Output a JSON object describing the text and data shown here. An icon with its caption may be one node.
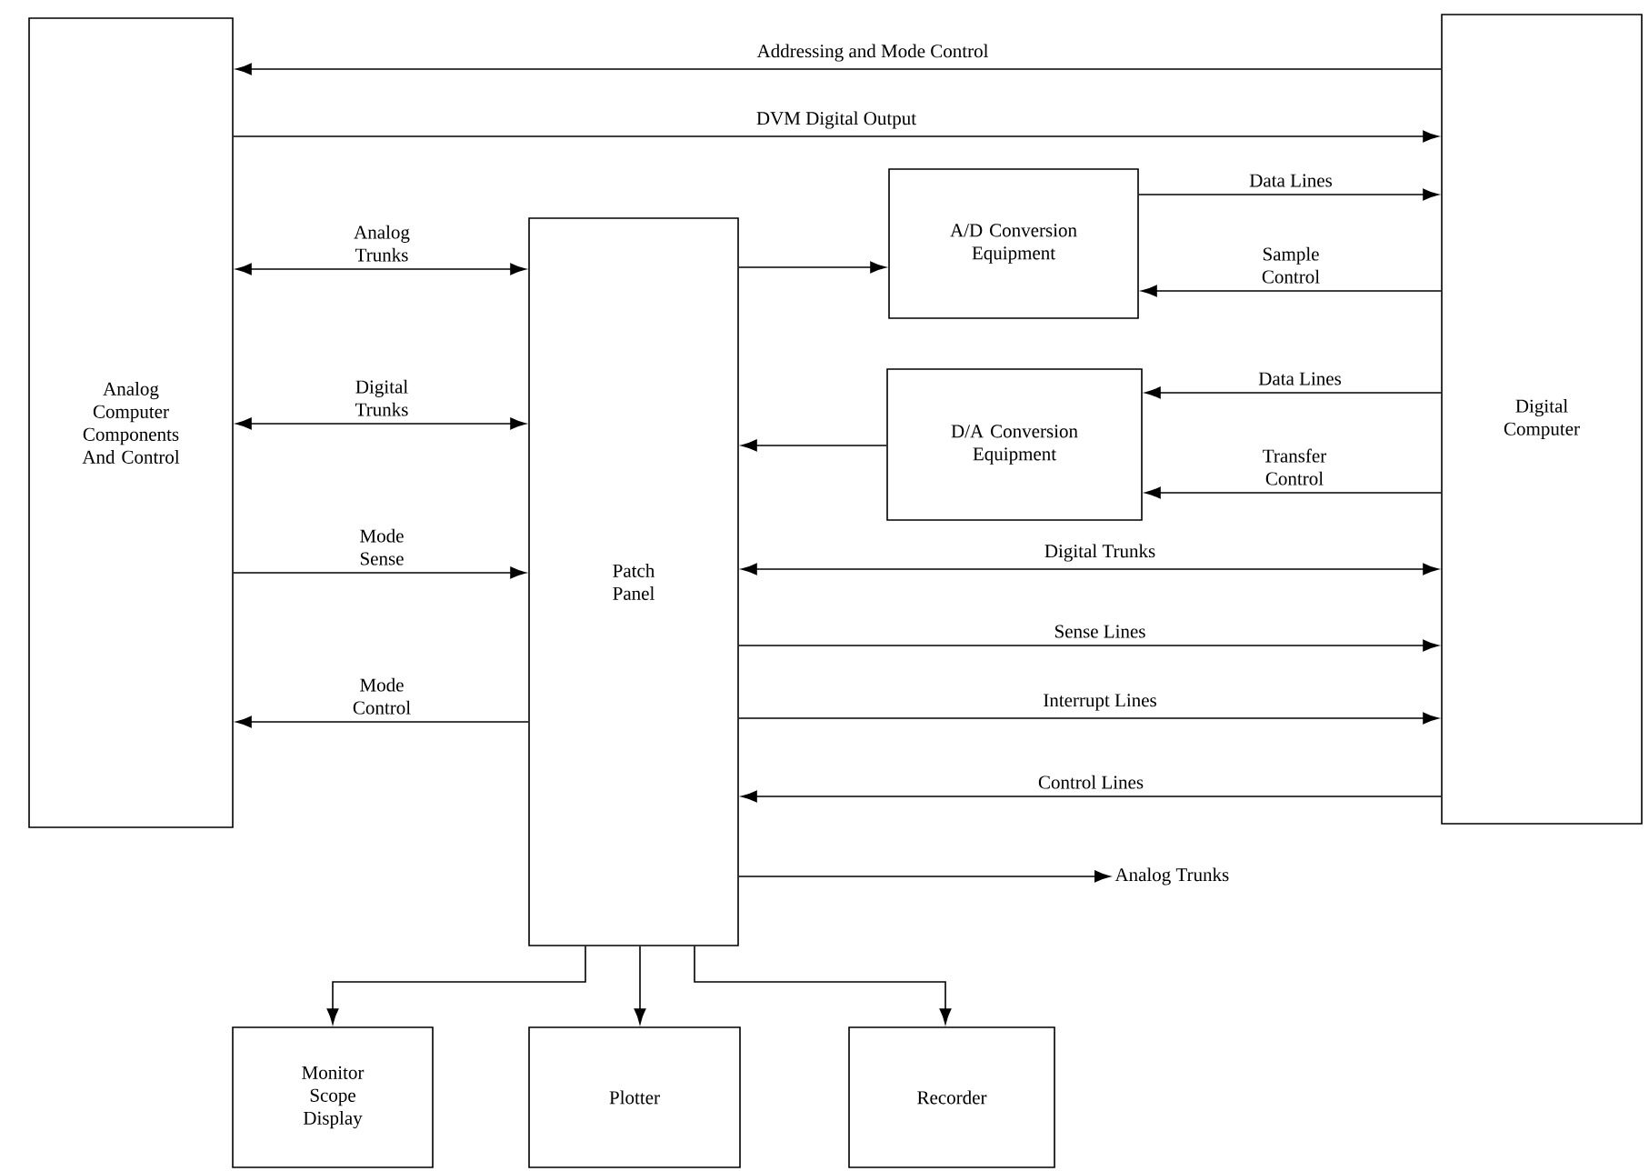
{
  "diagram": {
    "nodes": [
      {
        "text": [
          "Analog Computer Components And Control"
        ]
      },
      {
        "text": [
          "Patch Panel"
        ]
      },
      {
        "text": [
          "A/D Conversion Equipment"
        ]
      },
      {
        "text": [
          "D/A Conversion Equipment"
        ]
      },
      {
        "text": [
          "Digital Computer"
        ]
      },
      {
        "text": [
          "Monitor Scope Display"
        ]
      },
      {
        "text": [
          "Plotter"
        ]
      },
      {
        "text": [
          "Recorder"
        ]
      },
      {
        "text": [
          "Analog Trunks"
        ]
      }
    ],
    "edges": [
      {
        "from": 4,
        "to": 0,
        "arrow": "to",
        "label": "Addressing and Mode Control"
      },
      {
        "from": 0,
        "to": 4,
        "arrow": "to",
        "label": "DVM Digital Output"
      },
      {
        "from": 0,
        "to": 1,
        "arrow": "both",
        "label": "Analog Trunks"
      },
      {
        "from": 0,
        "to": 1,
        "arrow": "both",
        "label": "Digital Trunks"
      },
      {
        "from": 0,
        "to": 1,
        "arrow": "to",
        "label": "Mode Sense"
      },
      {
        "from": 1,
        "to": 0,
        "arrow": "to",
        "label": "Mode Control"
      },
      {
        "from": 1,
        "to": 2,
        "arrow": "to"
      },
      {
        "from": 2,
        "to": 4,
        "arrow": "to",
        "label": "Data Lines"
      },
      {
        "from": 4,
        "to": 2,
        "arrow": "to",
        "label": "Sample Control"
      },
      {
        "from": 4,
        "to": 3,
        "arrow": "to",
        "label": "Data Lines"
      },
      {
        "from": 4,
        "to": 3,
        "arrow": "to",
        "label": "Transfer Control"
      },
      {
        "from": 3,
        "to": 1,
        "arrow": "to"
      },
      {
        "from": 1,
        "to": 4,
        "arrow": "both",
        "label": "Digital Trunks"
      },
      {
        "from": 1,
        "to": 4,
        "arrow": "to",
        "label": "Sense Lines"
      },
      {
        "from": 1,
        "to": 4,
        "arrow": "to",
        "label": "Interrupt Lines"
      },
      {
        "from": 4,
        "to": 1,
        "arrow": "to",
        "label": "Control Lines"
      },
      {
        "from": 1,
        "to": 8,
        "arrow": "to"
      },
      {
        "from": 1,
        "to": 5,
        "arrow": "to"
      },
      {
        "from": 1,
        "to": 6,
        "arrow": "to"
      },
      {
        "from": 1,
        "to": 7,
        "arrow": "to"
      }
    ]
  }
}
